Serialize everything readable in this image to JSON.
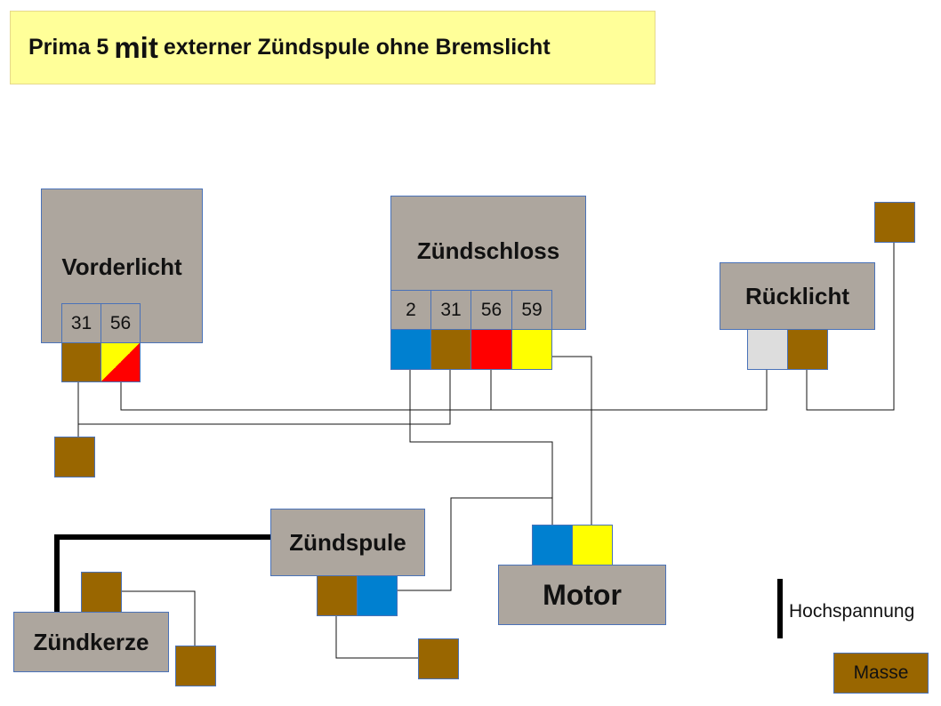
{
  "title": {
    "prefix": "Prima 5",
    "emphasis": "mit",
    "suffix": "externer Zündspule ohne Bremslicht"
  },
  "components": {
    "vorderlicht": {
      "label": "Vorderlicht",
      "terminals": [
        "31",
        "56"
      ]
    },
    "zuendschloss": {
      "label": "Zündschloss",
      "terminals": [
        "2",
        "31",
        "56",
        "59"
      ]
    },
    "ruecklicht": {
      "label": "Rücklicht"
    },
    "zuendspule": {
      "label": "Zündspule"
    },
    "motor": {
      "label": "Motor"
    },
    "zuendkerze": {
      "label": "Zündkerze"
    }
  },
  "legend": {
    "high_voltage": "Hochspannung",
    "ground": "Masse"
  },
  "colors": {
    "brown": "#996600",
    "blue": "#0080d0",
    "red": "#ff0000",
    "yellow": "#ffff00",
    "grey": "#dddddd",
    "component": "#ada69e"
  }
}
